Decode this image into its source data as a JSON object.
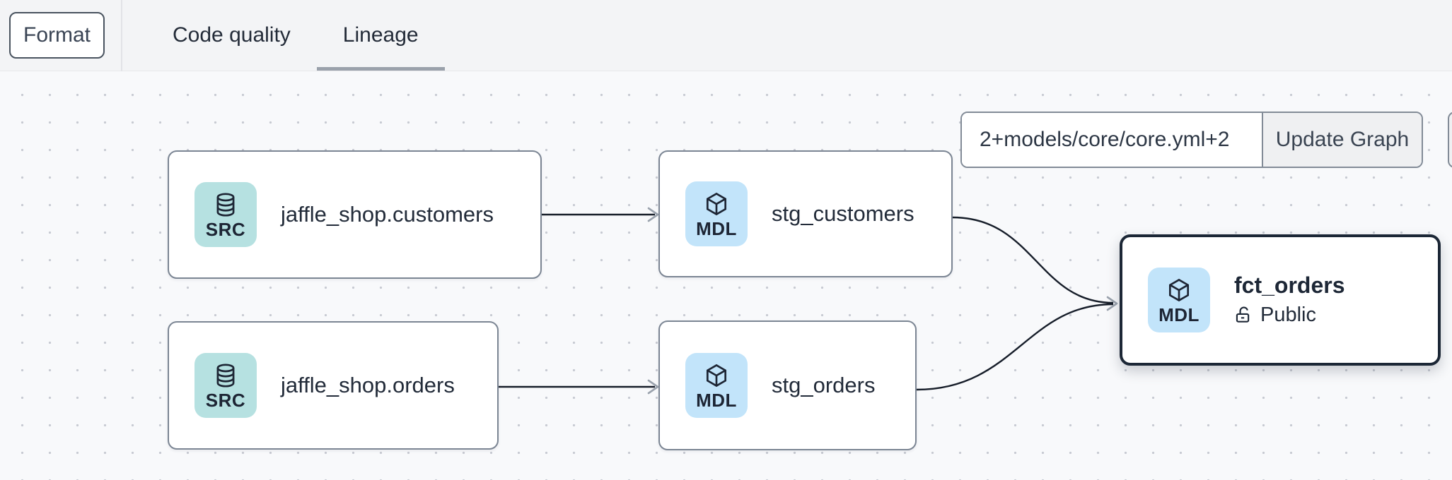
{
  "header": {
    "format_button": "Format",
    "tabs": [
      {
        "label": "Code quality",
        "active": false
      },
      {
        "label": "Lineage",
        "active": true
      }
    ]
  },
  "lineage_controls": {
    "selector_value": "2+models/core/core.yml+2",
    "update_button": "Update Graph"
  },
  "graph": {
    "nodes": [
      {
        "label": "jaffle_shop.customers",
        "type": "source",
        "badge": "SRC",
        "icon": "database-icon"
      },
      {
        "label": "stg_customers",
        "type": "model",
        "badge": "MDL",
        "icon": "cube-icon"
      },
      {
        "label": "jaffle_shop.orders",
        "type": "source",
        "badge": "SRC",
        "icon": "database-icon"
      },
      {
        "label": "stg_orders",
        "type": "model",
        "badge": "MDL",
        "icon": "cube-icon"
      },
      {
        "label": "fct_orders",
        "type": "model",
        "badge": "MDL",
        "icon": "cube-icon",
        "access_label": "Public",
        "selected": true
      }
    ],
    "edges": [
      {
        "from": "jaffle_shop.customers",
        "to": "stg_customers"
      },
      {
        "from": "jaffle_shop.orders",
        "to": "stg_orders"
      },
      {
        "from": "stg_customers",
        "to": "fct_orders"
      },
      {
        "from": "stg_orders",
        "to": "fct_orders"
      }
    ]
  },
  "colors": {
    "header_bg": "#f3f4f6",
    "canvas_bg": "#f8f9fb",
    "source_tile": "#b6e1e1",
    "model_tile": "#c2e4fa",
    "node_border": "#7b8593",
    "selected_node_border": "#1c2736",
    "tab_underline": "#9aa1ab",
    "edge_stroke": "#161d29",
    "arrowhead": "#9aa2ad"
  }
}
